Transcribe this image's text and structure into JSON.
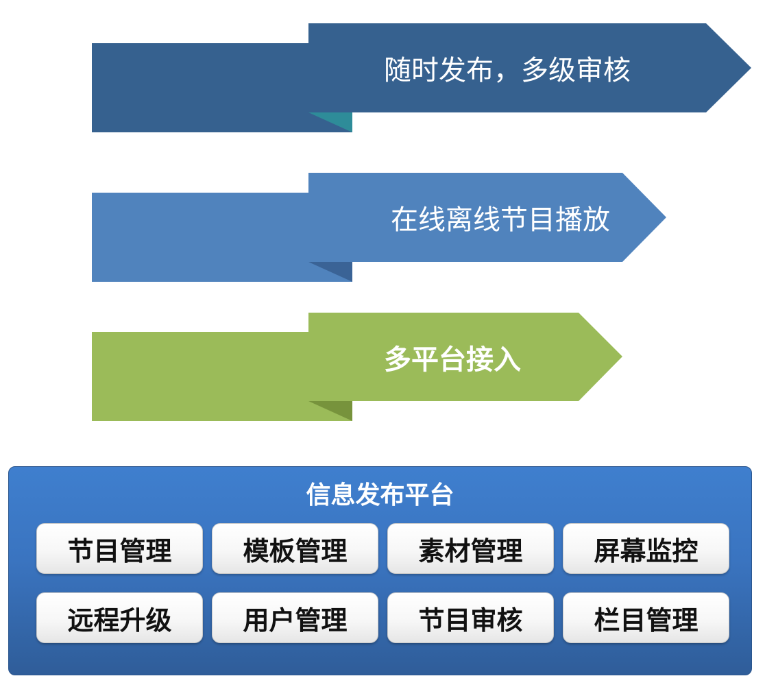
{
  "colors": {
    "ribbon_1": "#36618f",
    "ribbon_1_fold": "#2e8c99",
    "ribbon_2": "#5083bd",
    "ribbon_2_fold": "#3a6396",
    "ribbon_3": "#9bbb59",
    "ribbon_3_fold": "#77933c",
    "panel": "#3a74c0"
  },
  "ribbons": [
    {
      "text": "随时发布，多级审核"
    },
    {
      "text": "在线离线节目播放"
    },
    {
      "text": "多平台接入"
    }
  ],
  "platform": {
    "title": "信息发布平台",
    "modules": [
      "节目管理",
      "模板管理",
      "素材管理",
      "屏幕监控",
      "远程升级",
      "用户管理",
      "节目审核",
      "栏目管理"
    ]
  }
}
